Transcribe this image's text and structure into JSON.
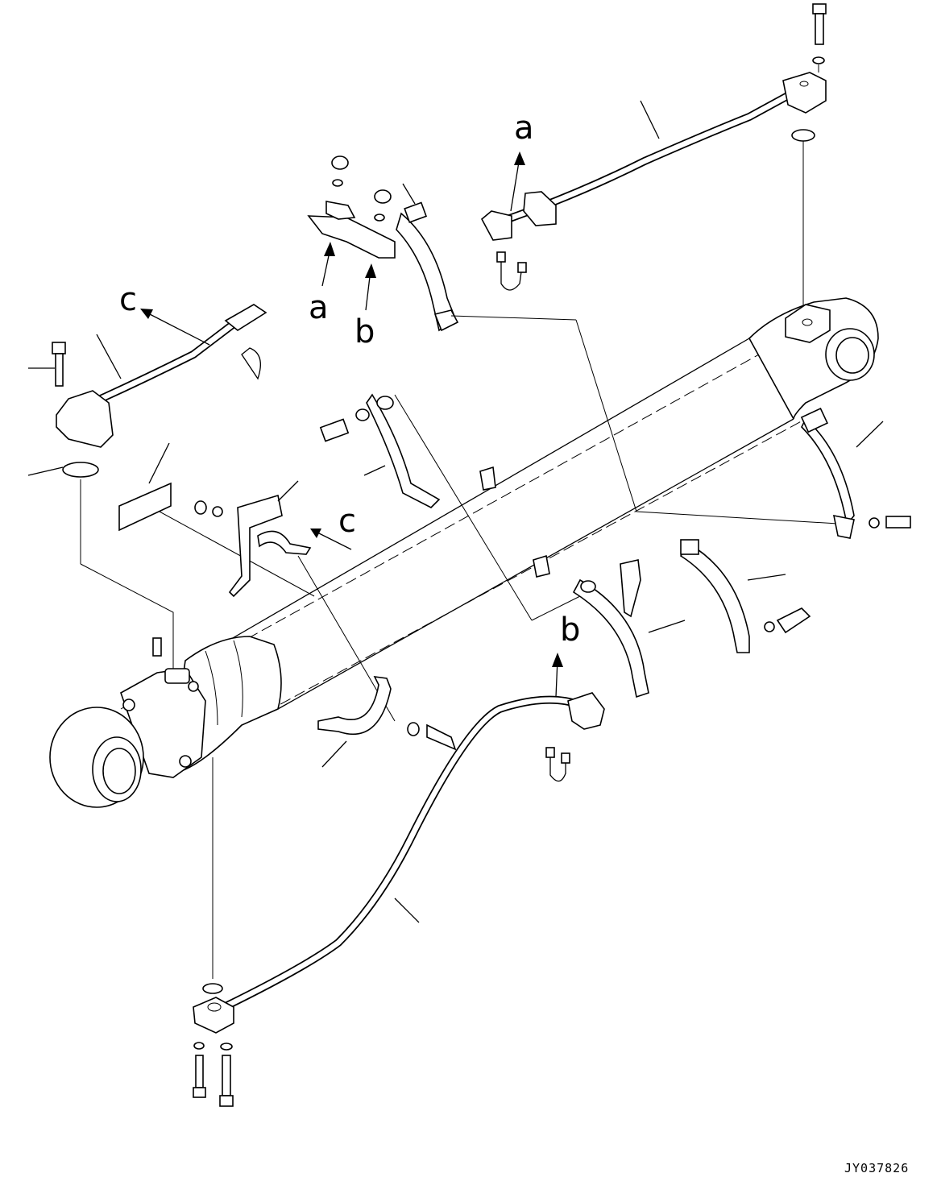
{
  "callouts": {
    "a_top": "a",
    "a_bracket": "a",
    "b_bracket": "b",
    "b_bottom": "b",
    "c_hose": "c",
    "c_clamp": "c"
  },
  "drawing_code": "JY037826"
}
